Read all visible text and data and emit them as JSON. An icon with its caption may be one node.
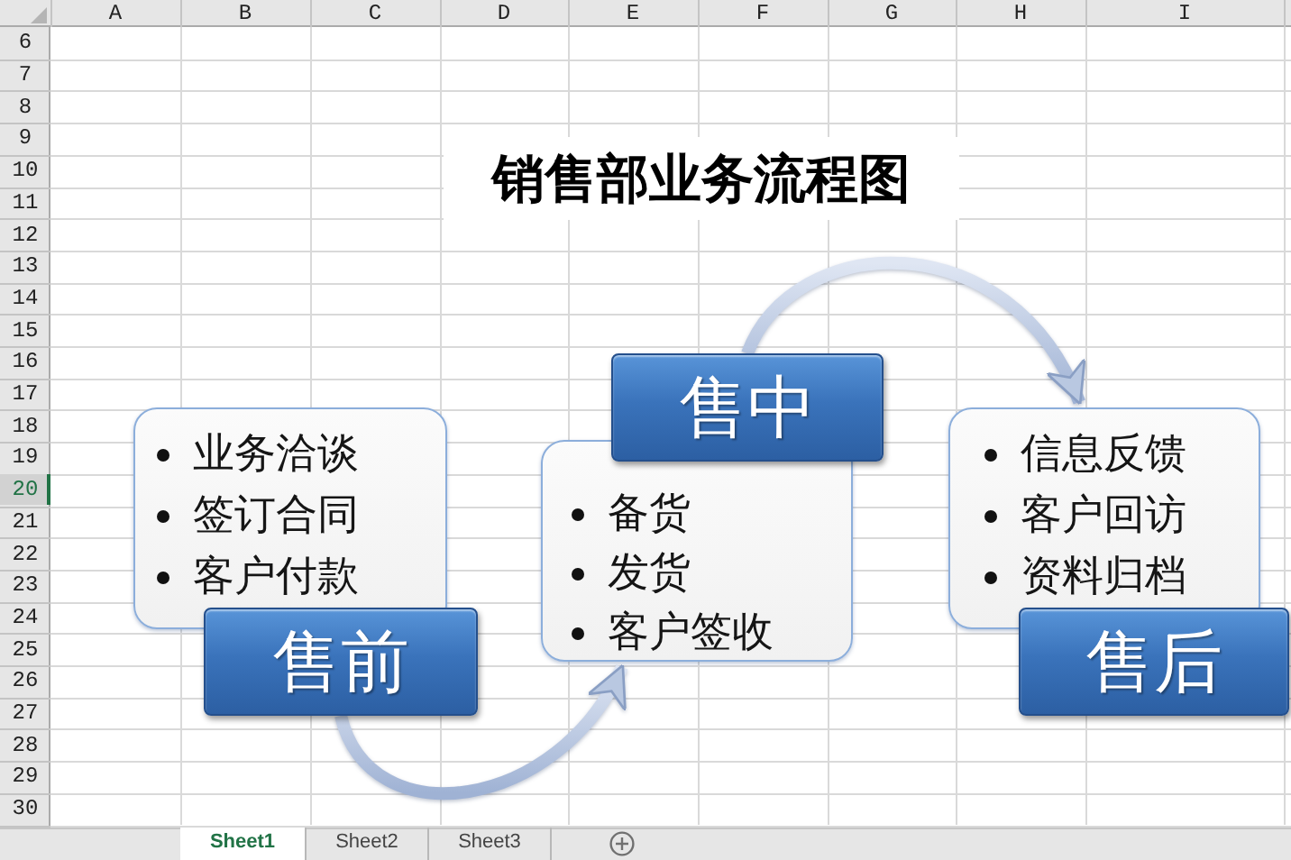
{
  "diagram": {
    "title": "销售部业务流程图",
    "nodes": [
      {
        "text": [
          "业务洽谈",
          "签订合同",
          "客户付款"
        ]
      },
      {
        "text": [
          "售前"
        ]
      },
      {
        "text": [
          "售中"
        ]
      },
      {
        "text": [
          "备货",
          "发货",
          "客户签收"
        ]
      },
      {
        "text": [
          "信息反馈",
          "客户回访",
          "资料归档"
        ]
      },
      {
        "text": [
          "售后"
        ]
      }
    ],
    "edges": [
      {
        "from": 1,
        "to": 3,
        "arrow": "to"
      },
      {
        "from": 2,
        "to": 4,
        "arrow": "to"
      }
    ],
    "labels": [
      "A",
      "B",
      "C",
      "D",
      "E",
      "F",
      "G",
      "H",
      "I",
      "6",
      "7",
      "8",
      "9",
      "10",
      "11",
      "12",
      "13",
      "14",
      "15",
      "16",
      "17",
      "18",
      "19",
      "20",
      "21",
      "22",
      "23",
      "24",
      "25",
      "26",
      "27",
      "28",
      "29",
      "30",
      "Sheet1",
      "Sheet2",
      "Sheet3"
    ]
  }
}
